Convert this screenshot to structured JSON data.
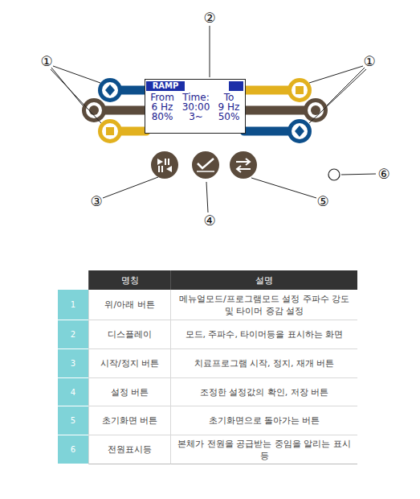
{
  "diagram": {
    "nodes": [
      {
        "text": [
          "RAMP",
          "From",
          "Time:",
          "To",
          "6 Hz",
          "30:00",
          "9 Hz",
          "80%",
          "3~",
          "50%"
        ]
      }
    ],
    "labels": [
      "①",
      "①",
      "②",
      "③",
      "④",
      "⑤",
      "⑥",
      "명칭",
      "설명",
      "1",
      "위/아래 버튼",
      "메뉴얼모드/프로그램모드 설정 주파수 강도 및 타이머 증감 설정",
      "2",
      "디스플레이",
      "모드, 주파수, 타이머등을 표시하는 화면",
      "3",
      "시작/정지 버튼",
      "치료프로그램 시작, 정지, 재개 버튼",
      "4",
      "설정 버튼",
      "조정한 설정값의 확인, 저장 버튼",
      "5",
      "초기화면 버튼",
      "초기화면으로 돌아가는 버튼",
      "6",
      "전원표시등",
      "본체가 전원을 공급받는 중임을 알리는 표시등"
    ]
  }
}
